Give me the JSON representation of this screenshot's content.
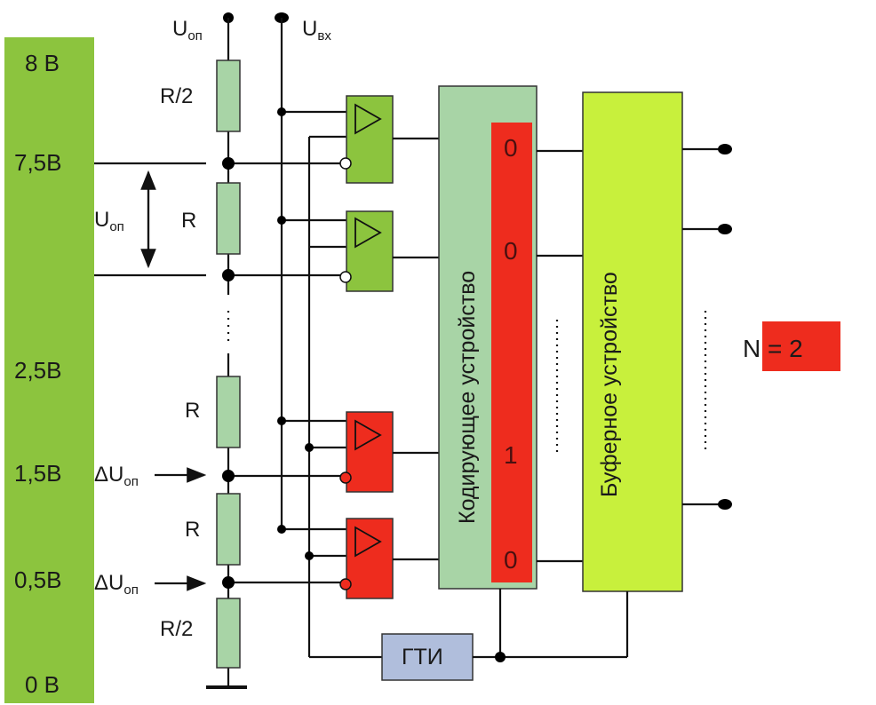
{
  "scale": {
    "top": "8 В",
    "ticks": [
      "7,5В",
      "2,5В",
      "1,5В",
      "0,5В"
    ],
    "bottom": "0 В",
    "color": "#8cc43e"
  },
  "inputs": {
    "ref": "U",
    "ref_sub": "оп",
    "vin": "U",
    "vin_sub": "вх"
  },
  "annotations": {
    "uop_bracket": "U",
    "uop_bracket_sub": "оп",
    "delta_1": "ΔU",
    "delta_1_sub": "оп",
    "delta_2": "ΔU",
    "delta_2_sub": "оп"
  },
  "resistors": [
    "R/2",
    "R",
    "R",
    "R",
    "R/2"
  ],
  "comparators": {
    "upper_color": "#8cc43e",
    "lower_color": "#ee2c1e"
  },
  "encoder": {
    "label": "Кодирующее устройство",
    "color": "#a8d4a6",
    "code_color": "#ee2c1e",
    "bits": [
      "0",
      "0",
      "1",
      "0"
    ]
  },
  "buffer": {
    "label": "Буферное устройство",
    "color": "#c8f03c"
  },
  "clock": {
    "label": "ГТИ",
    "color": "#b0bedc"
  },
  "result": {
    "label": "N = 2",
    "color": "#ee2c1e"
  }
}
